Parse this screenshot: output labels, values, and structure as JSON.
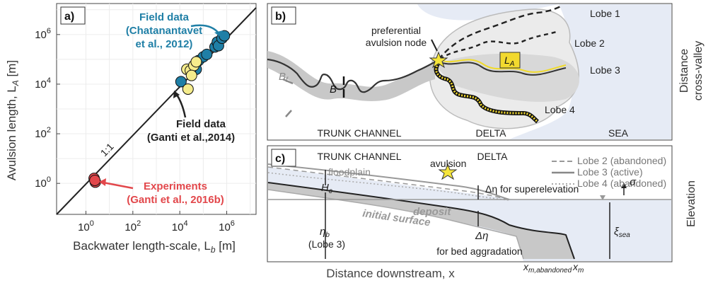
{
  "panels": {
    "a": {
      "tag": "a)",
      "ylabel_main": "Avulsion length, L",
      "ylabel_sub": "A",
      "ylabel_unit": " [m]",
      "xlabel_main": "Backwater length-scale, L",
      "xlabel_sub": "b",
      "xlabel_unit": " [m]",
      "x_ticks": [
        {
          "base": "10",
          "exp": "0",
          "value": 1
        },
        {
          "base": "10",
          "exp": "2",
          "value": 100
        },
        {
          "base": "10",
          "exp": "4",
          "value": 10000
        },
        {
          "base": "10",
          "exp": "6",
          "value": 1000000
        }
      ],
      "y_ticks": [
        {
          "base": "10",
          "exp": "0",
          "value": 1
        },
        {
          "base": "10",
          "exp": "2",
          "value": 100
        },
        {
          "base": "10",
          "exp": "4",
          "value": 10000
        },
        {
          "base": "10",
          "exp": "6",
          "value": 1000000
        }
      ],
      "one_to_one_label": "1:1",
      "annotations": {
        "field_chat_1": "Field data",
        "field_chat_2": "(Chatanantavet",
        "field_chat_3": "et al., 2012)",
        "field_ganti_1": "Field data",
        "field_ganti_2": "(Ganti et al.,2014)",
        "exp_1": "Experiments",
        "exp_2": "(Ganti et al., 2016b)"
      },
      "colors": {
        "chatanantavet": "#1f7fa6",
        "ganti2014": "#f5ec8c",
        "experiments": "#e2474b",
        "blue_text": "#1f7fa6",
        "red_text": "#e2474b"
      }
    },
    "b": {
      "tag": "b)",
      "lobes": [
        "Lobe 1",
        "Lobe 2",
        "Lobe 3",
        "Lobe 4"
      ],
      "node_label_1": "preferential",
      "node_label_2": "avulsion node",
      "bf": "B",
      "bf_sub": "f",
      "b": "B",
      "la": "L",
      "la_sub": "A",
      "trunk": "TRUNK CHANNEL",
      "delta": "DELTA",
      "sea": "SEA",
      "side_1": "Distance",
      "side_2": "cross-valley"
    },
    "c": {
      "tag": "c)",
      "trunk": "TRUNK CHANNEL",
      "delta": "DELTA",
      "legend": [
        "Lobe 2 (abandoned)",
        "Lobe 3 (active)",
        "Lobe 4 (abandoned)"
      ],
      "floodplain": "floodplain",
      "avulsion": "avulsion",
      "superelev": "Δη for superelevation",
      "hc": "H",
      "hc_sub": "c",
      "deposit": "deposit",
      "initial_surface": "initial surface",
      "eta_b": "η",
      "eta_b_sub": "b",
      "lobe3": "(Lobe 3)",
      "delta_eta": "Δη",
      "bed_aggr": "for bed aggradation",
      "sigma": "σ",
      "xi": "ξ",
      "xi_sub": "sea",
      "xm_ab": "x",
      "xm_ab_sub": "m,abandoned",
      "xm": "x",
      "xm_sub": "m",
      "side": "Elevation"
    },
    "xaxis_bottom": "Distance downstream, x"
  }
}
